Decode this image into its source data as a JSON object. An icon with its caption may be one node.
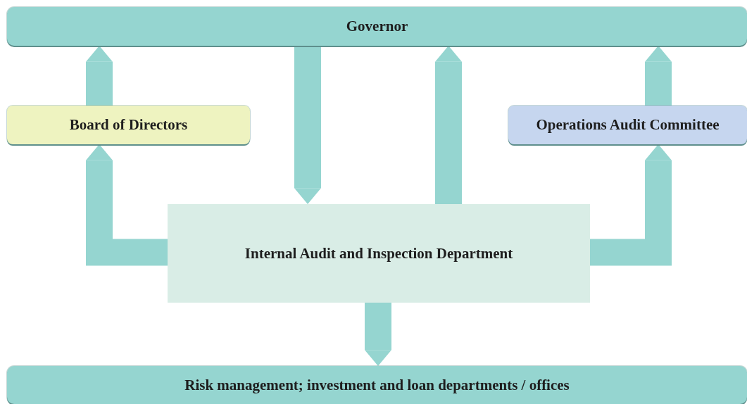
{
  "diagram": {
    "nodes": [
      {
        "text": [
          "Governor"
        ]
      },
      {
        "text": [
          "Board of Directors"
        ]
      },
      {
        "text": [
          "Operations Audit Committee"
        ]
      },
      {
        "text": [
          "Internal Audit and Inspection Department"
        ]
      },
      {
        "text": [
          "Risk management; investment and loan departments / offices"
        ]
      }
    ],
    "edges": [
      {
        "from": 1,
        "to": 0,
        "arrow": "to"
      },
      {
        "from": 3,
        "to": 1,
        "arrow": "to"
      },
      {
        "from": 0,
        "to": 3,
        "arrow": "to"
      },
      {
        "from": 3,
        "to": 0,
        "arrow": "to"
      },
      {
        "from": 2,
        "to": 0,
        "arrow": "to"
      },
      {
        "from": 3,
        "to": 2,
        "arrow": "to"
      },
      {
        "from": 3,
        "to": 4,
        "arrow": "to"
      }
    ]
  }
}
